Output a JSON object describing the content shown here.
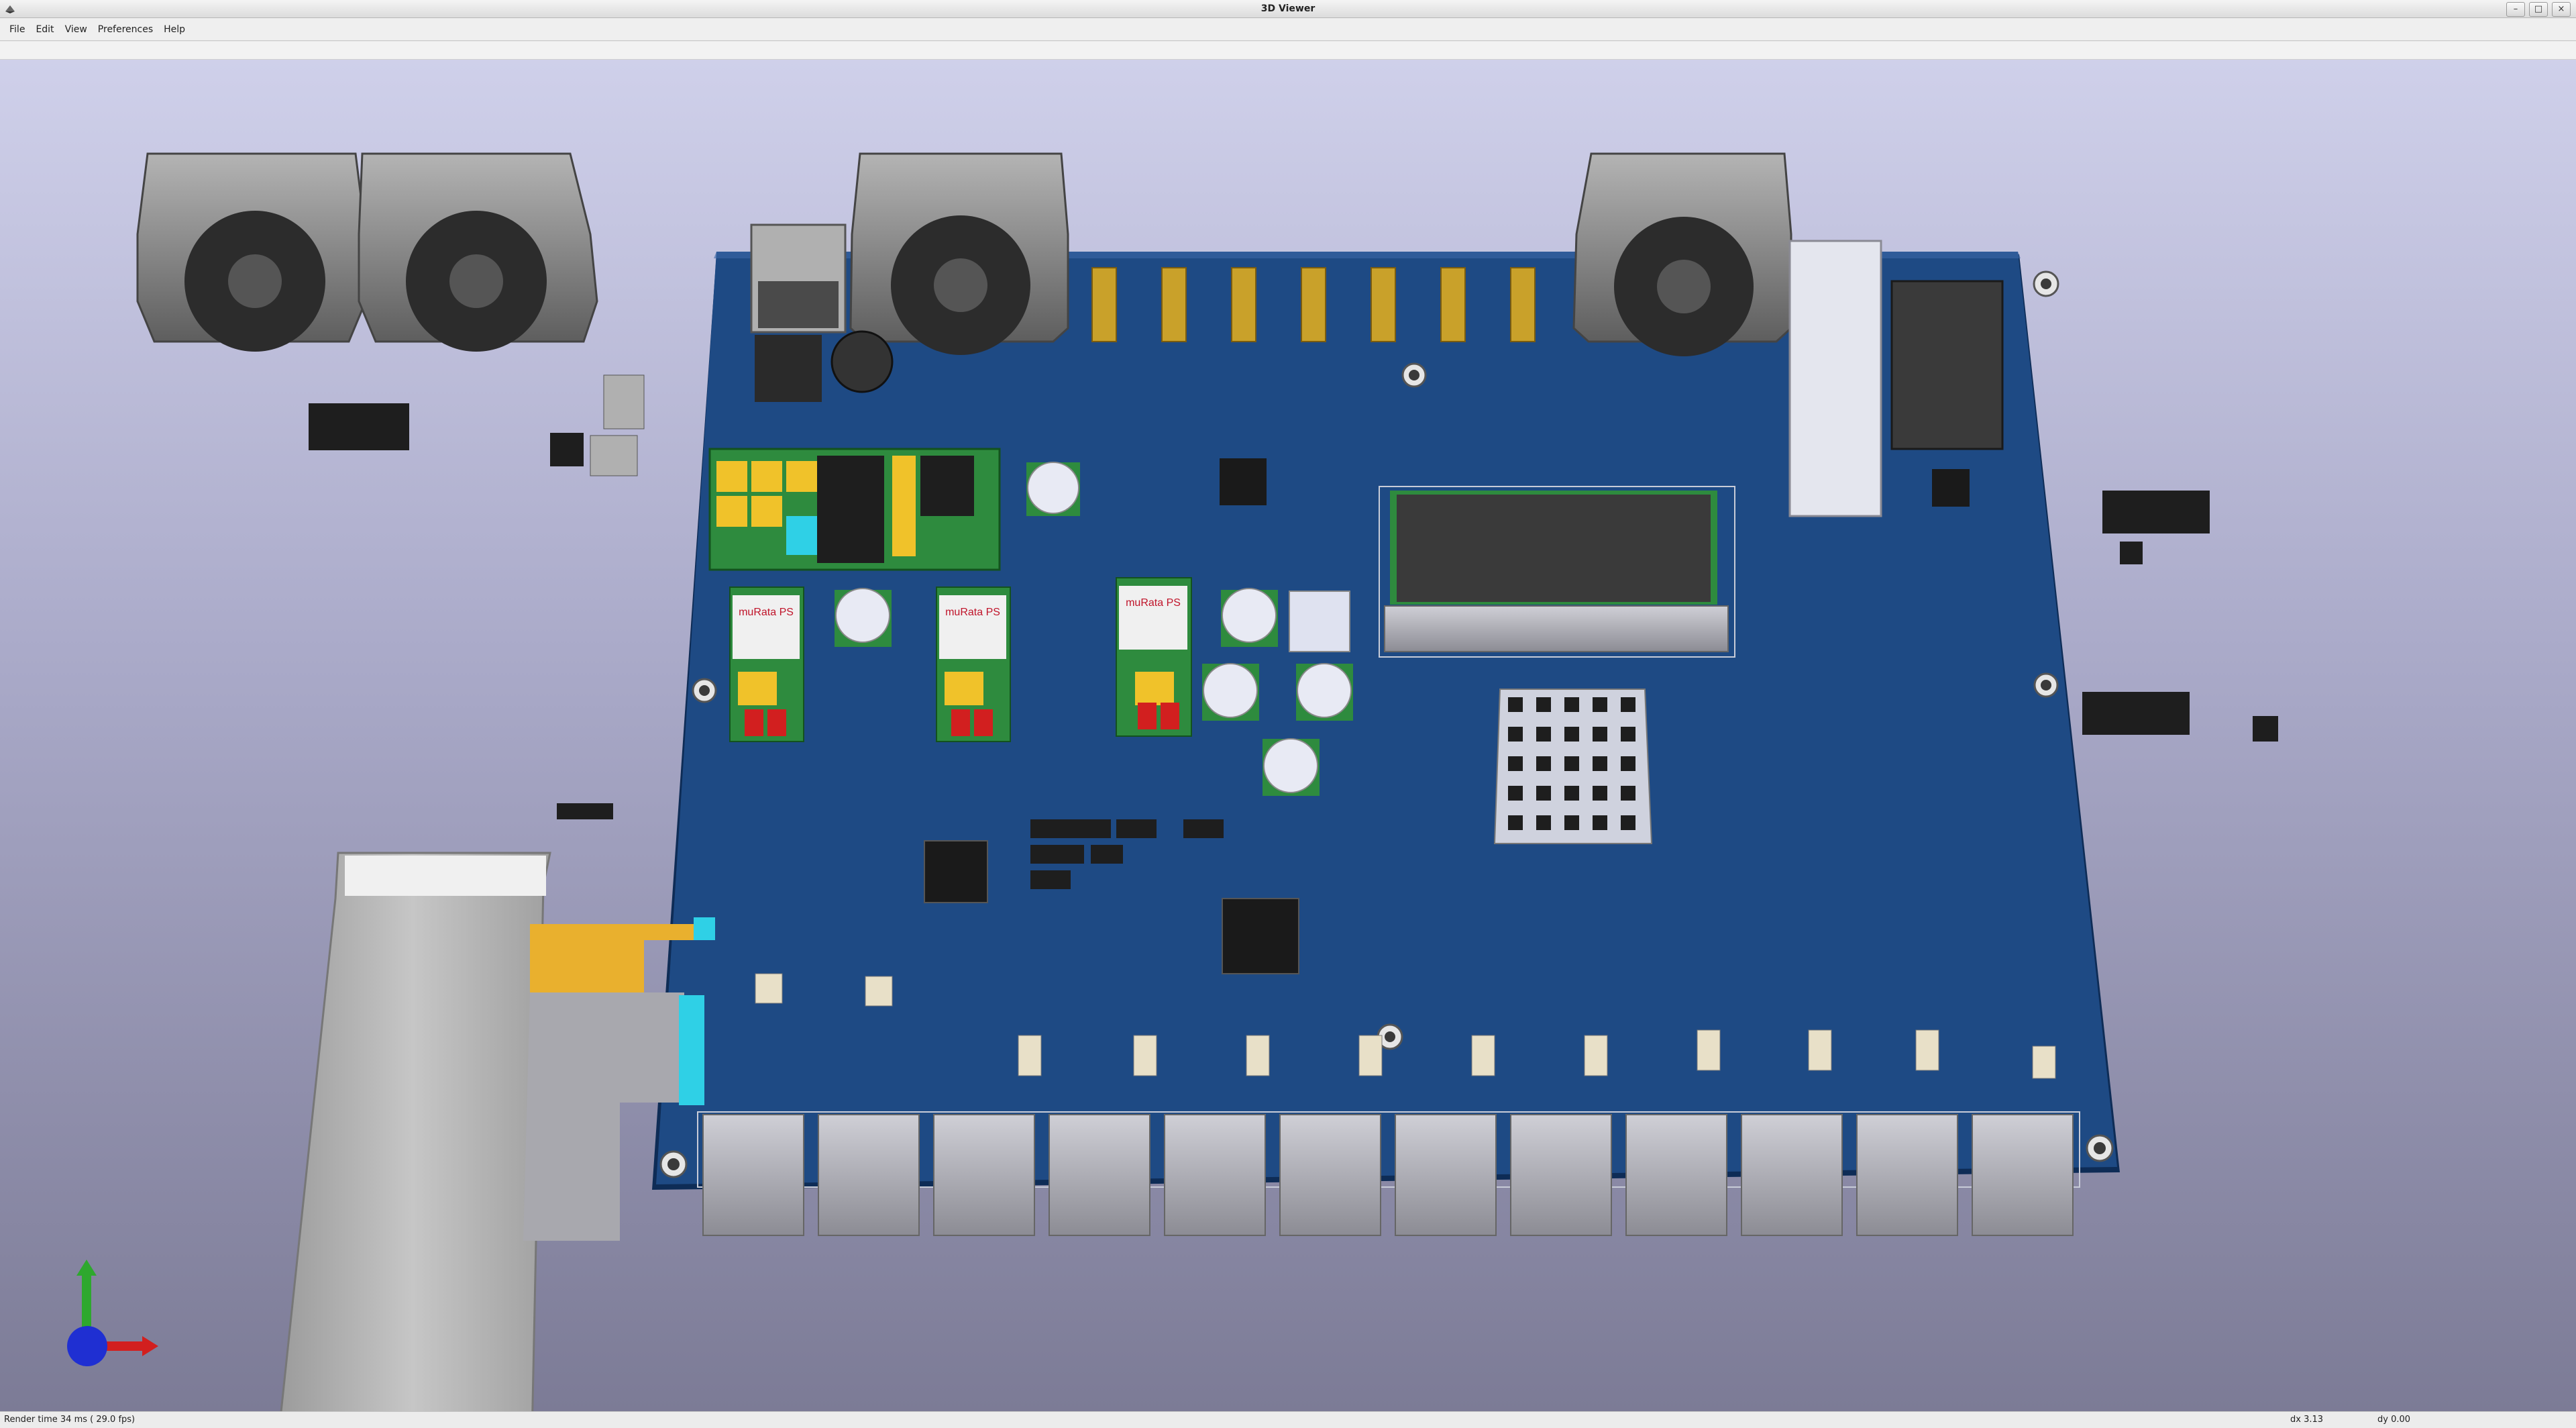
{
  "window": {
    "title": "3D Viewer",
    "controls": {
      "minimize": "–",
      "maximize": "□",
      "close": "×"
    }
  },
  "menu": {
    "items": [
      {
        "id": "file",
        "label": "File"
      },
      {
        "id": "edit",
        "label": "Edit"
      },
      {
        "id": "view",
        "label": "View"
      },
      {
        "id": "preferences",
        "label": "Preferences"
      },
      {
        "id": "help",
        "label": "Help"
      }
    ]
  },
  "scene": {
    "colors": {
      "pcb": "#1e4a84",
      "pcb_edge": "#0e2c56",
      "fan": "#8c8c8c",
      "connector": "#a8a8ae",
      "gold": "#c9a12a",
      "component_dark": "#262626",
      "green_module": "#2e8b3e",
      "ribbon": "#e9b02e",
      "cyan": "#2fd0e6"
    },
    "fan_labels": [
      "",
      "",
      "",
      ""
    ],
    "module_label": "muRata PS"
  },
  "status": {
    "render_time": "Render time 34 ms ( 29.0 fps)",
    "dx": "dx 3.13",
    "dy": "dy 0.00"
  }
}
